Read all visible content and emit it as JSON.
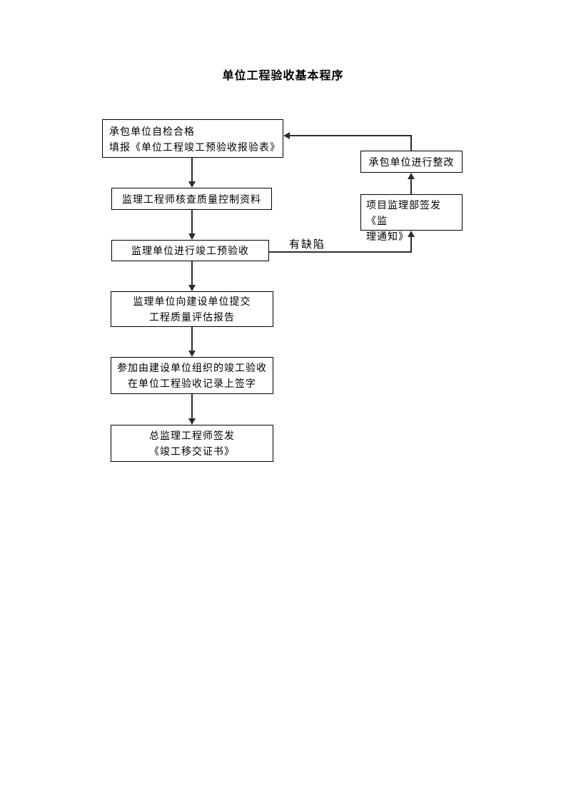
{
  "page": {
    "title": "单位工程验收基本程序"
  },
  "flowchart": {
    "main_boxes": [
      {
        "name": "contractor-self-check",
        "lines": [
          "承包单位自检合格",
          "填报《单位工程竣工预验收报验表》"
        ]
      },
      {
        "name": "supervising-engineer-verify-qc-data",
        "lines": [
          "监理工程师核查质量控制资料"
        ]
      },
      {
        "name": "supervisor-pre-acceptance",
        "lines": [
          "监理单位进行竣工预验收"
        ]
      },
      {
        "name": "submit-quality-evaluation-report",
        "lines": [
          "监理单位向建设单位提交",
          "工程质量评估报告"
        ]
      },
      {
        "name": "attend-completion-acceptance-sign",
        "lines": [
          "参加由建设单位组织的竣工验收",
          "在单位工程验收记录上签字"
        ]
      },
      {
        "name": "chief-engineer-issue-certificate",
        "lines": [
          "总监理工程师签发",
          "《竣工移交证书》"
        ]
      }
    ],
    "side_boxes": [
      {
        "name": "contractor-rectification",
        "lines": [
          "承包单位进行整改"
        ]
      },
      {
        "name": "project-supervision-dept-issue-notice",
        "lines": [
          "项目监理部签发《监",
          "理通知》"
        ]
      }
    ],
    "labels": {
      "defect_branch": "有缺陷"
    },
    "colors": {
      "background": "#ffffff",
      "box_border": "#000000",
      "connector_line": "#2e2e2e",
      "text": "#000000"
    }
  }
}
